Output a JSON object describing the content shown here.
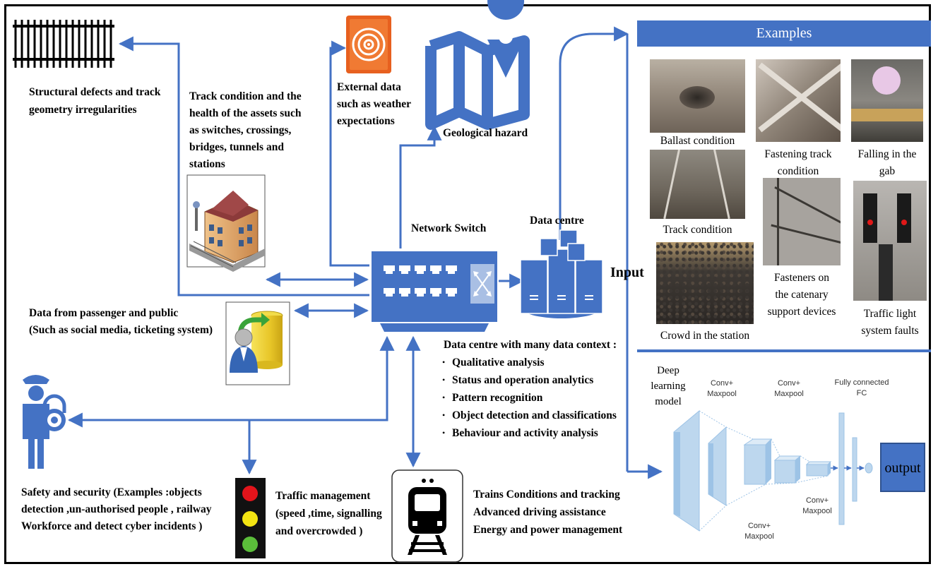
{
  "sources": {
    "structural": [
      "Structural defects and track",
      "geometry irregularities"
    ],
    "track_condition": [
      "Track condition and the",
      "health of the assets such",
      "as switches, crossings,",
      "bridges, tunnels and",
      "stations"
    ],
    "external": [
      "External data",
      "such as weather",
      "expectations"
    ],
    "geological": "Geological hazard",
    "passenger": [
      "Data from passenger and public",
      "(Such as social media, ticketing system)"
    ]
  },
  "hub": {
    "network_switch": "Network Switch",
    "data_centre": "Data centre",
    "context_title": "Data centre with many data context :",
    "context_items": [
      "Qualitative analysis",
      "Status and operation analytics",
      "Pattern recognition",
      "Object detection and classifications",
      "Behaviour and activity analysis"
    ]
  },
  "applications": {
    "safety": [
      "Safety and security (Examples :objects",
      "detection ,un-authorised people , railway",
      "Workforce and detect cyber incidents )"
    ],
    "traffic": [
      "Traffic management",
      "(speed ,time, signalling",
      "and overcrowded )"
    ],
    "trains": [
      "Trains Conditions and tracking",
      "Advanced driving assistance",
      "Energy and power management"
    ]
  },
  "examples": {
    "title": "Examples",
    "input_label": "Input",
    "items": [
      "Ballast condition",
      "Fastening track condition",
      "Falling in the gab",
      "Track condition",
      "Fasteners on the catenary support devices",
      "Traffic light system faults",
      "Crowd in the station"
    ],
    "lines": {
      "fastening": [
        "Fastening track",
        "condition"
      ],
      "falling": [
        "Falling in the",
        "gab"
      ],
      "fasteners": [
        "Fasteners on",
        "the catenary",
        "support devices"
      ],
      "traffic_light": [
        "Traffic light",
        "system faults"
      ]
    }
  },
  "model": {
    "title": [
      "Deep",
      "learning",
      "model"
    ],
    "layers": {
      "c1": [
        "Conv+",
        "Maxpool"
      ],
      "c2": [
        "Conv+",
        "Maxpool"
      ],
      "c3": [
        "Conv+",
        "Maxpool"
      ],
      "c4": [
        "Conv+",
        "Maxpool"
      ],
      "fc": [
        "Fully connected",
        "FC"
      ]
    },
    "output": "output"
  },
  "colors": {
    "accent": "#4472C4",
    "dark_blue": "#3560B4",
    "cnn_fill": "#BDD7EE",
    "cnn_stroke": "#9DC3E6"
  }
}
